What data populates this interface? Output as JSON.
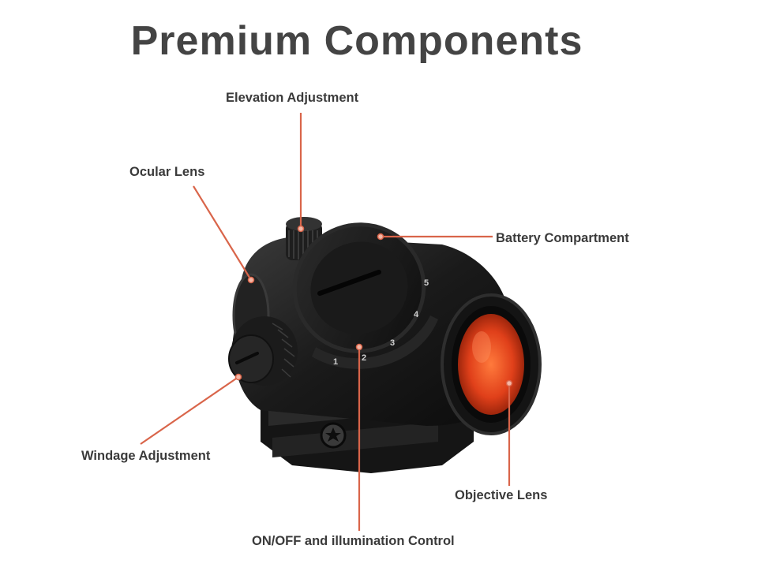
{
  "title": "Premium Components",
  "labels": {
    "elevation": "Elevation Adjustment",
    "ocular": "Ocular Lens",
    "battery": "Battery Compartment",
    "windage": "Windage Adjustment",
    "objective": "Objective Lens",
    "onoff": "ON/OFF and illumination Control"
  },
  "dial_numbers": [
    "1",
    "2",
    "3",
    "4",
    "5"
  ],
  "colors": {
    "leader": "#d9654a",
    "body": "#1c1c1c",
    "lens": "#e0401a",
    "text": "#3a3a3a"
  }
}
